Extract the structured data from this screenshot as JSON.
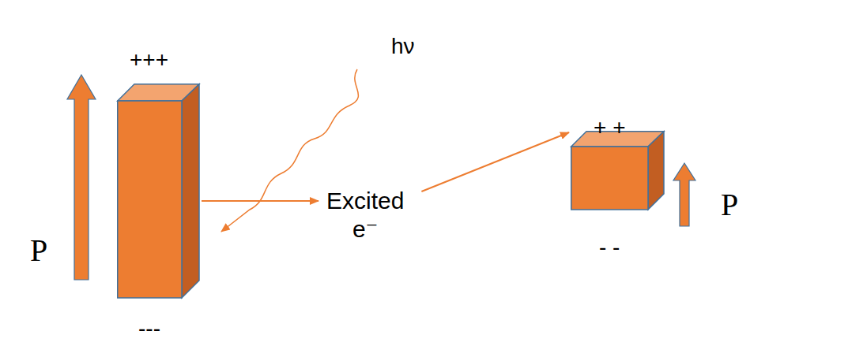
{
  "diagram": {
    "nodes": [
      {
        "text": [
          "+++",
          "---"
        ]
      },
      {
        "text": [
          "+ +",
          "- -"
        ]
      }
    ],
    "edges": [
      {
        "from": 0,
        "to": 1,
        "arrow": "to",
        "label": "Excited e⁻"
      }
    ],
    "labels": [
      "hν",
      "P",
      "P"
    ]
  }
}
